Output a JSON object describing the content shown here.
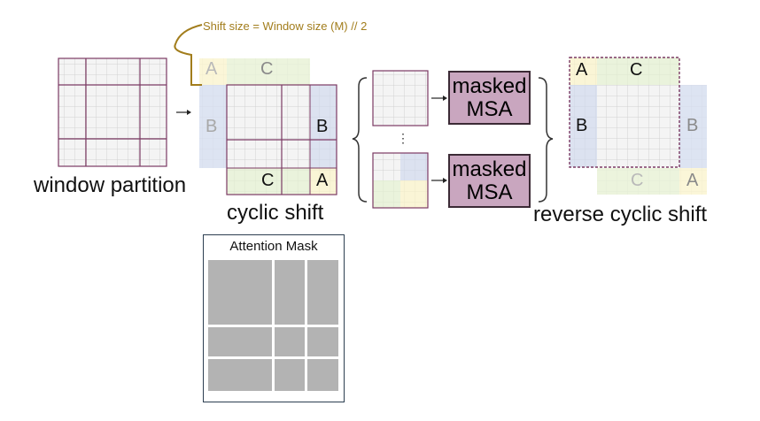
{
  "shift_note": "Shift size = Window size (M) // 2",
  "labels": {
    "window_partition": "window partition",
    "cyclic_shift": "cyclic shift",
    "reverse_cyclic_shift": "reverse cyclic shift",
    "masked_msa": [
      "masked",
      "MSA"
    ],
    "attention_mask": "Attention Mask",
    "ellipsis": "⋮"
  },
  "region_letters": {
    "a": "A",
    "b": "B",
    "c": "C"
  },
  "colors": {
    "grid_border": "#7b3a63",
    "grid_line": "#d2d2d2",
    "grid_bg": "#f4f4f4",
    "region_a": "#fdf5c6",
    "region_b": "#cfd9ee",
    "region_c": "#e5f3cf",
    "msa_box": "#c9a6bf",
    "shift_note": "#a27d1c",
    "mask_block": "#b3b3b3"
  }
}
